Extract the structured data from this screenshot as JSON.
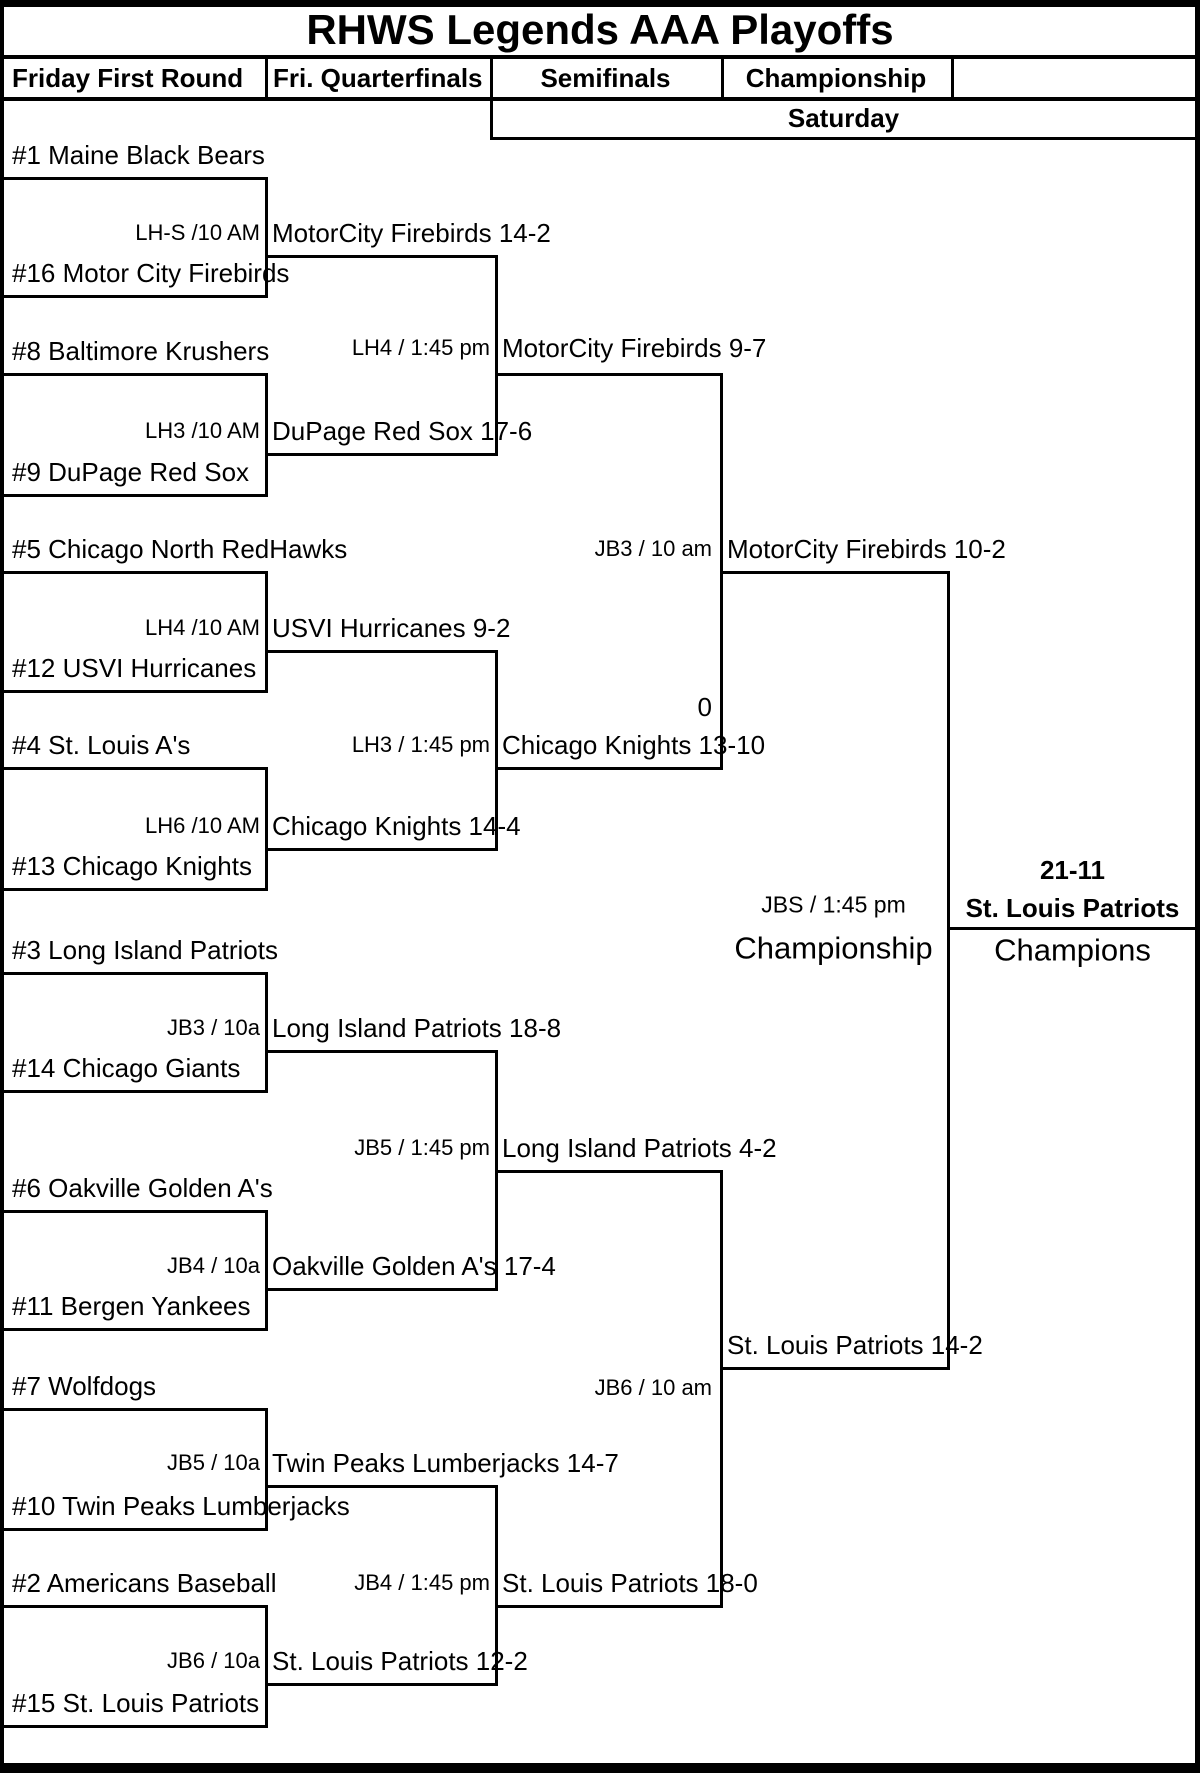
{
  "colors": {
    "ink": "#000000",
    "paper": "#ffffff"
  },
  "title": "RHWS Legends AAA Playoffs",
  "column_headers": [
    "Friday First Round",
    "Fri. Quarterfinals",
    "Semifinals",
    "Championship"
  ],
  "day_banner": "Saturday",
  "bracket": {
    "round1_teams": [
      "#1 Maine Black Bears",
      "#16 Motor City Firebirds",
      "#8 Baltimore Krushers",
      "#9 DuPage Red Sox",
      "#5 Chicago North RedHawks",
      "#12 USVI Hurricanes",
      "#4 St. Louis A's",
      "#13 Chicago Knights",
      "#3 Long Island Patriots",
      "#14 Chicago Giants",
      "#6 Oakville Golden A's",
      "#11 Bergen Yankees",
      "#7 Wolfdogs",
      "#10 Twin Peaks Lumberjacks",
      "#2 Americans Baseball",
      "#15 St. Louis Patriots"
    ],
    "quarterfinals": [
      {
        "game_label": "LH-S /10 AM",
        "team": "MotorCity Firebirds 14-2"
      },
      {
        "game_label": "LH3 /10 AM",
        "team": "DuPage Red Sox 17-6"
      },
      {
        "game_label": "LH4 /10 AM",
        "team": "USVI Hurricanes 9-2"
      },
      {
        "game_label": "LH6 /10 AM",
        "team": "Chicago Knights 14-4"
      },
      {
        "game_label": "JB3 / 10a",
        "team": "Long Island Patriots 18-8"
      },
      {
        "game_label": "JB4 / 10a",
        "team": "Oakville Golden A's 17-4"
      },
      {
        "game_label": "JB5 / 10a",
        "team": "Twin Peaks Lumberjacks 14-7"
      },
      {
        "game_label": "JB6 / 10a",
        "team": "St. Louis Patriots 12-2"
      }
    ],
    "semifinals": [
      {
        "game_label": "LH4 / 1:45 pm",
        "team": "MotorCity Firebirds 9-7"
      },
      {
        "game_label": "LH3 / 1:45 pm",
        "team": "Chicago Knights 13-10"
      },
      {
        "game_label": "JB5 / 1:45 pm",
        "team": "Long Island Patriots 4-2"
      },
      {
        "game_label": "JB4 / 1:45 pm",
        "team": "St. Louis Patriots 18-0"
      }
    ],
    "finals": [
      {
        "game_label": "JB3 / 10 am",
        "team": "MotorCity Firebirds 10-2"
      },
      {
        "game_label": "JB6 / 10 am",
        "team": "St. Louis Patriots 14-2"
      }
    ],
    "stray_zero": "0",
    "championship": {
      "game_label": "JBS / 1:45 pm",
      "game_title": "Championship",
      "score": "21-11",
      "champion": "St. Louis Patriots",
      "champion_label": "Champions"
    }
  }
}
